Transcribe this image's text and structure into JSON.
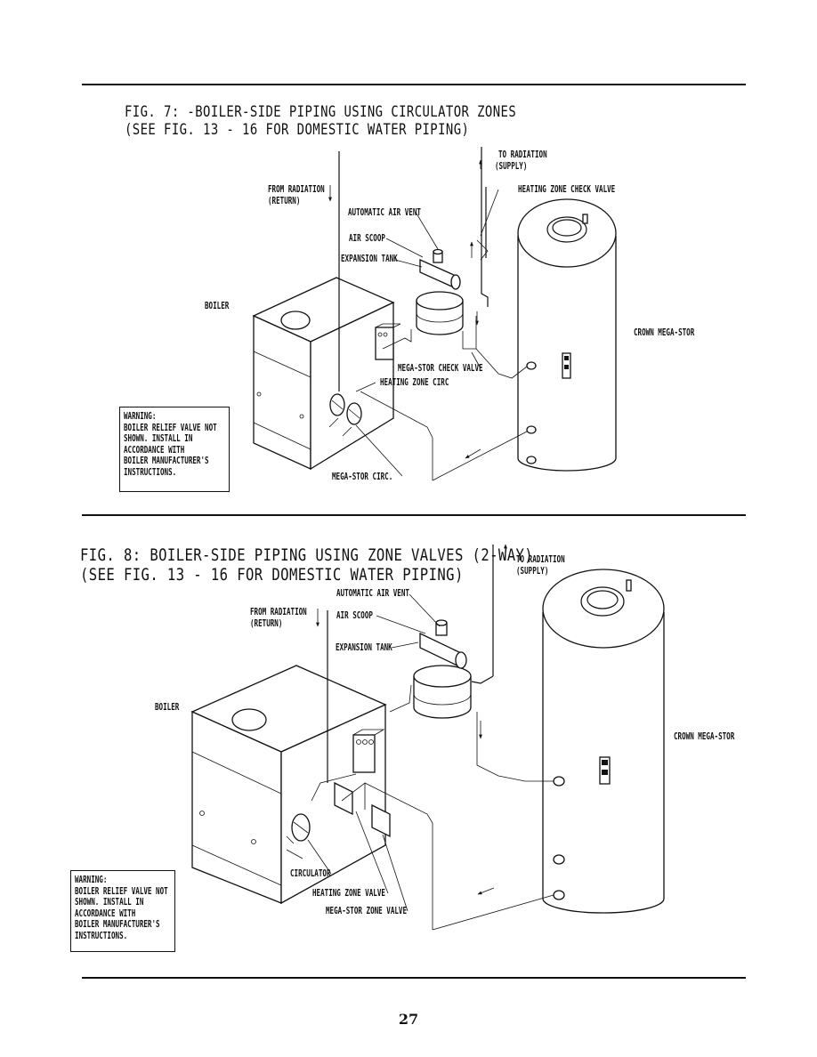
{
  "fig7": {
    "title_line1": "FIG. 7: -BOILER-SIDE PIPING USING CIRCULATOR ZONES",
    "title_line2": "(SEE FIG. 13 - 16 FOR DOMESTIC WATER PIPING)",
    "labels": {
      "to_radiation": "TO RADIATION",
      "supply": "(SUPPLY)",
      "from_radiation": "FROM RADIATION",
      "return": "(RETURN)",
      "heating_zone_check_valve": "HEATING ZONE CHECK VALVE",
      "automatic_air_vent": "AUTOMATIC AIR VENT",
      "air_scoop": "AIR SCOOP",
      "expansion_tank": "EXPANSION TANK",
      "boiler": "BOILER",
      "crown_mega_stor": "CROWN MEGA-STOR",
      "mega_stor_check_valve": "MEGA-STOR CHECK VALVE",
      "heating_zone_circ": "HEATING ZONE CIRC",
      "mega_stor_circ": "MEGA-STOR CIRC."
    },
    "warning": [
      "WARNING:",
      "BOILER RELIEF VALVE NOT",
      "SHOWN. INSTALL IN",
      "ACCORDANCE WITH",
      "BOILER MANUFACTURER'S",
      "INSTRUCTIONS."
    ]
  },
  "fig8": {
    "title_line1": "FIG. 8: BOILER-SIDE PIPING USING ZONE VALVES (2-WAY)",
    "title_line2": "(SEE FIG. 13 - 16 FOR DOMESTIC WATER PIPING)",
    "labels": {
      "to_radiation": "TO RADIATION",
      "supply": "(SUPPLY)",
      "automatic_air_vent": "AUTOMATIC AIR VENT",
      "from_radiation": "FROM RADIATION",
      "return": "(RETURN)",
      "air_scoop": "AIR SCOOP",
      "expansion_tank": "EXPANSION TANK",
      "boiler": "BOILER",
      "crown_mega_stor": "CROWN MEGA-STOR",
      "circulator": "CIRCULATOR",
      "heating_zone_valve": "HEATING ZONE VALVE",
      "mega_stor_zone_valve": "MEGA-STOR ZONE VALVE"
    },
    "warning": [
      "WARNING:",
      "BOILER RELIEF VALVE NOT",
      "SHOWN. INSTALL IN",
      "ACCORDANCE WITH",
      "BOILER MANUFACTURER'S",
      "INSTRUCTIONS."
    ]
  },
  "page_number": "27"
}
